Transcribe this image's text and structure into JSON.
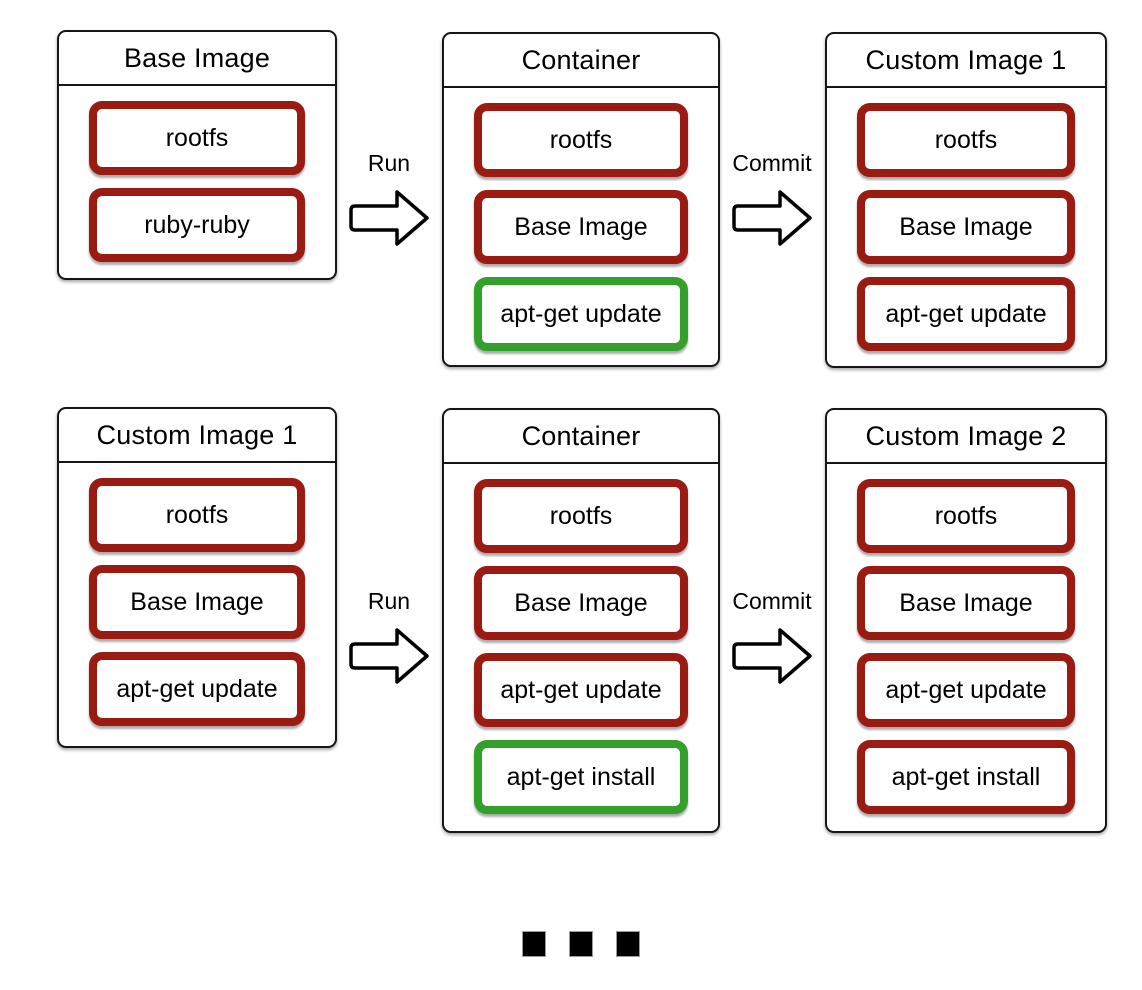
{
  "diagram": {
    "colors": {
      "layer_red": "#991b12",
      "layer_green": "#33a02c",
      "outline": "#161616"
    },
    "nodes": [
      {
        "title": "Base Image",
        "layers": [
          {
            "label": "rootfs",
            "color": "red"
          },
          {
            "label": "ruby-ruby",
            "color": "red"
          }
        ]
      },
      {
        "title": "Container",
        "layers": [
          {
            "label": "rootfs",
            "color": "red"
          },
          {
            "label": "Base Image",
            "color": "red"
          },
          {
            "label": "apt-get update",
            "color": "green"
          }
        ]
      },
      {
        "title": "Custom Image 1",
        "layers": [
          {
            "label": "rootfs",
            "color": "red"
          },
          {
            "label": "Base Image",
            "color": "red"
          },
          {
            "label": "apt-get update",
            "color": "red"
          }
        ]
      },
      {
        "title": "Custom Image 1",
        "layers": [
          {
            "label": "rootfs",
            "color": "red"
          },
          {
            "label": "Base Image",
            "color": "red"
          },
          {
            "label": "apt-get update",
            "color": "red"
          }
        ]
      },
      {
        "title": "Container",
        "layers": [
          {
            "label": "rootfs",
            "color": "red"
          },
          {
            "label": "Base Image",
            "color": "red"
          },
          {
            "label": "apt-get update",
            "color": "red"
          },
          {
            "label": "apt-get install",
            "color": "green"
          }
        ]
      },
      {
        "title": "Custom Image 2",
        "layers": [
          {
            "label": "rootfs",
            "color": "red"
          },
          {
            "label": "Base Image",
            "color": "red"
          },
          {
            "label": "apt-get update",
            "color": "red"
          },
          {
            "label": "apt-get install",
            "color": "red"
          }
        ]
      }
    ],
    "arrows": [
      {
        "label": "Run"
      },
      {
        "label": "Commit"
      },
      {
        "label": "Run"
      },
      {
        "label": "Commit"
      }
    ],
    "ellipsis": {
      "symbol": "■",
      "count": 3
    }
  }
}
